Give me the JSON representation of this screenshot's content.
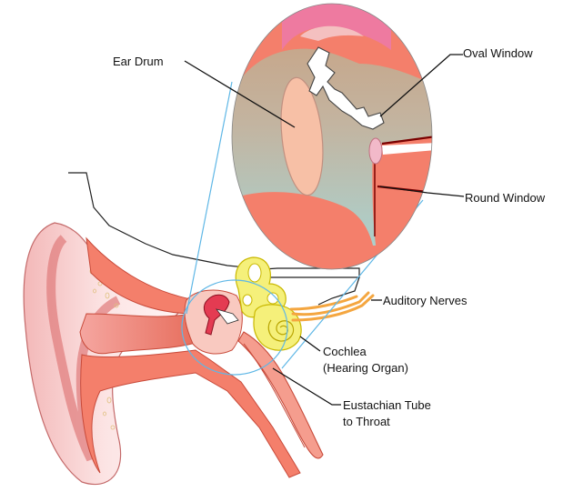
{
  "diagram": {
    "labels": {
      "ear_drum": "Ear Drum",
      "oval_window": "Oval Window",
      "round_window": "Round Window",
      "auditory_nerves": "Auditory Nerves",
      "cochlea_line1": "Cochlea",
      "cochlea_line2": "(Hearing Organ)",
      "eustachian_line1": "Eustachian Tube",
      "eustachian_line2": "to Throat"
    },
    "colors": {
      "skin_light": "#fbe3e3",
      "flesh": "#f47f6b",
      "flesh_dark": "#d9473a",
      "canal_light": "#f6b3a8",
      "cochlea_yellow": "#f5f07a",
      "cochlea_outline": "#c9b800",
      "nerve_orange": "#f4a640",
      "eardrum_pink": "#f7c0a6",
      "inset_teal": "#a9d3d2",
      "inset_tan": "#d4a787",
      "bone_white": "#ffffff",
      "zoom_line": "#5fb7e6",
      "oval_window_pink": "#f2b9c9",
      "magenta_top": "#ee7aa0"
    }
  }
}
